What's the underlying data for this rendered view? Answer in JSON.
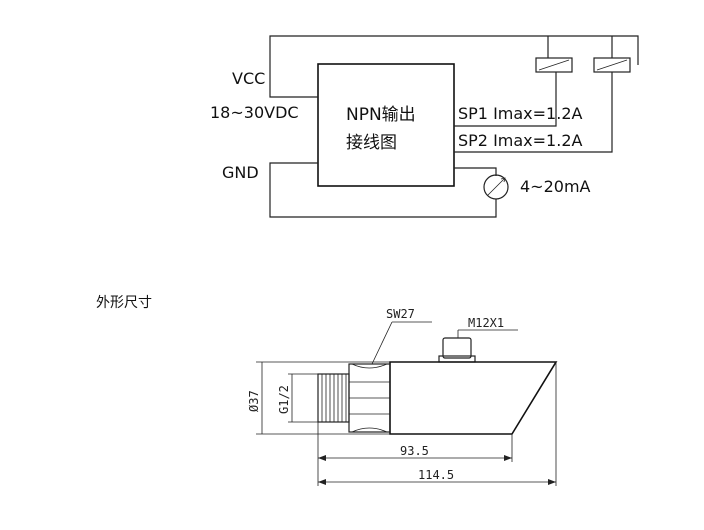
{
  "wiring": {
    "box_title": "NPN输出",
    "box_subtitle": "接线图",
    "vcc_label": "VCC",
    "supply_label": "18~30VDC",
    "gnd_label": "GND",
    "sp1_label": "SP1 Imax=1.2A",
    "sp2_label": "SP2 Imax=1.2A",
    "analog_label": "4~20mA",
    "load_icons": [
      "relay-coil-icon",
      "relay-coil-icon"
    ],
    "meter_icon": "current-meter-icon"
  },
  "dimensions": {
    "heading": "外形尺寸",
    "wrench_label": "SW27",
    "connector_label": "M12X1",
    "diameter_label": "Ø37",
    "thread_label": "G1/2",
    "length_inner": "93.5",
    "length_total": "114.5"
  }
}
